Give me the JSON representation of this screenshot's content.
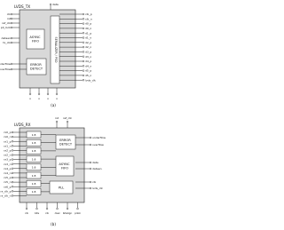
{
  "colors": {
    "block_fill": "#d8d8d8",
    "sub_fill": "#ffffff",
    "line": "#222222",
    "text": "#111111"
  },
  "fig_a": {
    "title": "LVDS_TX",
    "caption": "(a)",
    "left_inputs": [
      "clk",
      "rst",
      "ref_clk",
      "pll_lock",
      "dataen",
      "tx_clk"
    ],
    "right_labels": [
      "clk_p",
      "clk_n",
      "d0_p",
      "d0_n",
      "d1_p",
      "d1_n",
      "d2_p",
      "d2_n",
      "d3_p",
      "d3_n",
      "d4_p",
      "d4_n",
      "d5_p",
      "d5_n",
      "lvds_clk"
    ],
    "top_labels": [
      "data"
    ],
    "bottom_labels": [
      "o",
      "o",
      "o",
      "o"
    ],
    "left_outputs": [
      "underflow",
      "overflow"
    ],
    "async_fifo": "ASYNC\nFIFO",
    "error_detect": "ERROR\nDETECT",
    "serializer": "SERIALIZER / PSO"
  },
  "fig_b": {
    "title": "LVDS_RX",
    "caption": "(b)",
    "top_labels": [
      "rst",
      "ref_clk"
    ],
    "left_inputs": [
      "rx0_p",
      "rx0_n",
      "rx1_p",
      "rx1_n",
      "rx2_p",
      "rx2_n",
      "rx3_p",
      "rx3_n",
      "rx4_p",
      "rx4_n",
      "rx5_p",
      "rx5_n",
      "rx6_p",
      "rx_clk_p",
      "rx_clk_n"
    ],
    "right_outputs": [
      "underflow",
      "overflow",
      "data",
      "dataen",
      "clk",
      "lvds_clk"
    ],
    "bottom_labels": [
      "clk",
      "bits",
      "clk",
      "dsel",
      "bitalign",
      "pllok"
    ],
    "error_detect": "ERROR\nDETECT",
    "async_fifo": "ASYNC\nFIFO",
    "pll": "PLL",
    "des_cells": [
      "1:8",
      "1:8",
      "1:8",
      "1:8",
      "1:8",
      "1:8",
      "1:8",
      "1:8"
    ]
  }
}
